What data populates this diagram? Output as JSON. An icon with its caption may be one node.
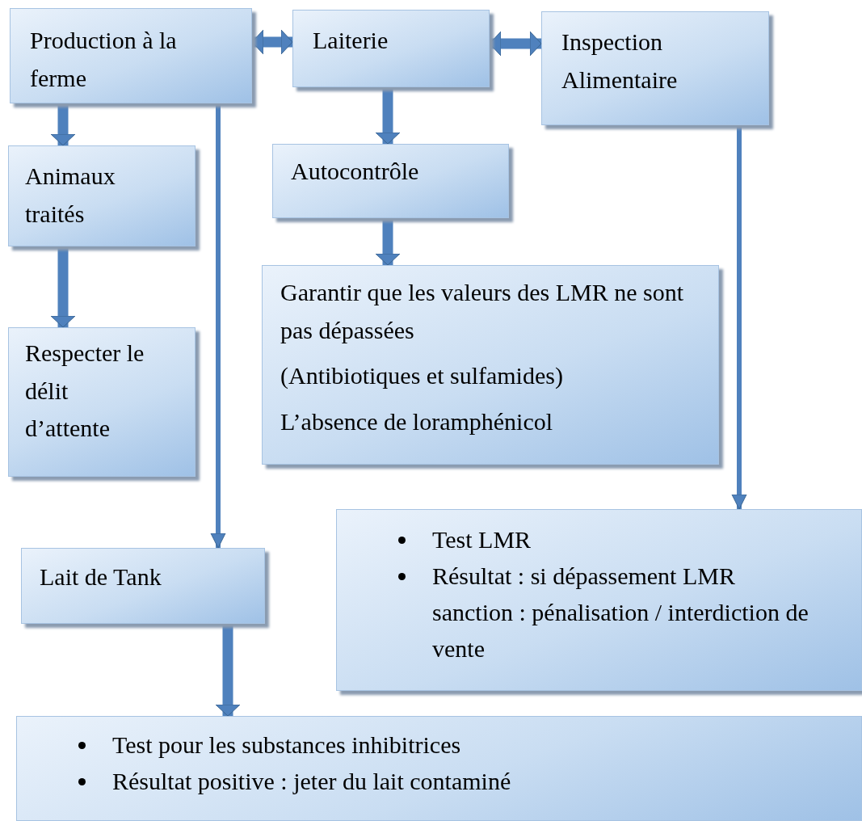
{
  "diagram": {
    "nodes": [
      {
        "text": [
          "Production à la ferme"
        ]
      },
      {
        "text": [
          "Laiterie"
        ]
      },
      {
        "text": [
          "Inspection Alimentaire"
        ]
      },
      {
        "text": [
          "Animaux traités"
        ]
      },
      {
        "text": [
          "Autocontrôle"
        ]
      },
      {
        "text": [
          "Garantir que les valeurs des LMR ne sont pas dépassées",
          "(Antibiotiques et sulfamides)",
          "L’absence de loramphénicol"
        ]
      },
      {
        "text": [
          "Respecter le délit d’attente"
        ]
      },
      {
        "text": [
          "Lait de Tank"
        ]
      },
      {
        "text": [
          "Test LMR",
          "Résultat : si dépassement LMR sanction : pénalisation / interdiction de vente"
        ]
      },
      {
        "text": [
          "Test pour les substances inhibitrices",
          "Résultat positive : jeter du lait contaminé"
        ]
      }
    ],
    "edges": [
      {
        "from": 0,
        "to": 1,
        "arrow": "both"
      },
      {
        "from": 1,
        "to": 2,
        "arrow": "both"
      },
      {
        "from": 0,
        "to": 3,
        "arrow": "to"
      },
      {
        "from": 3,
        "to": 6,
        "arrow": "to"
      },
      {
        "from": 0,
        "to": 7,
        "arrow": "to"
      },
      {
        "from": 1,
        "to": 4,
        "arrow": "to"
      },
      {
        "from": 4,
        "to": 5,
        "arrow": "to"
      },
      {
        "from": 2,
        "to": 8,
        "arrow": "to"
      },
      {
        "from": 7,
        "to": 9,
        "arrow": "to"
      }
    ]
  }
}
